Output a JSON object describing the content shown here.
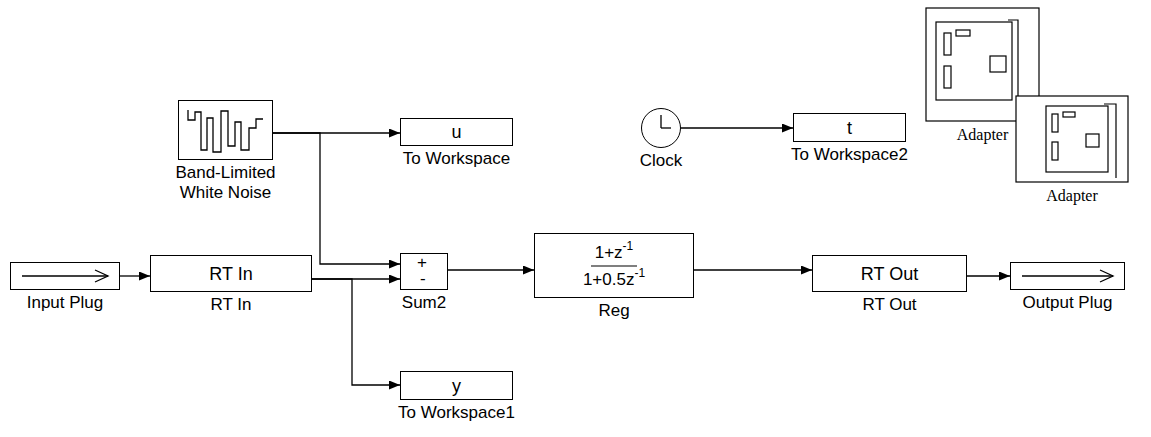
{
  "diagram": {
    "nodes": [
      {
        "text": [
          "Band-Limited White Noise"
        ]
      },
      {
        "text": [
          "u",
          "To Workspace"
        ]
      },
      {
        "text": [
          "Clock"
        ]
      },
      {
        "text": [
          "t",
          "To Workspace2"
        ]
      },
      {
        "text": [
          "Adapter"
        ]
      },
      {
        "text": [
          "Adapter"
        ]
      },
      {
        "text": [
          "Input Plug"
        ]
      },
      {
        "text": [
          "RT In",
          "RT In"
        ]
      },
      {
        "text": [
          "+",
          "-",
          "Sum2"
        ]
      },
      {
        "text": [
          "1+z",
          "-1",
          "1+0.5z",
          "-1",
          "Reg"
        ]
      },
      {
        "text": [
          "RT Out",
          "RT Out"
        ]
      },
      {
        "text": [
          "Output Plug"
        ]
      },
      {
        "text": [
          "y",
          "To Workspace1"
        ]
      }
    ],
    "edges": [
      {
        "from": 0,
        "to": 1,
        "arrow": "to"
      },
      {
        "from": 0,
        "to": 8,
        "arrow": "to"
      },
      {
        "from": 2,
        "to": 3,
        "arrow": "to"
      },
      {
        "from": 6,
        "to": 7,
        "arrow": "to"
      },
      {
        "from": 7,
        "to": 8,
        "arrow": "to"
      },
      {
        "from": 7,
        "to": 12,
        "arrow": "to"
      },
      {
        "from": 8,
        "to": 9,
        "arrow": "to"
      },
      {
        "from": 9,
        "to": 10,
        "arrow": "to"
      },
      {
        "from": 10,
        "to": 11,
        "arrow": "to"
      }
    ]
  }
}
